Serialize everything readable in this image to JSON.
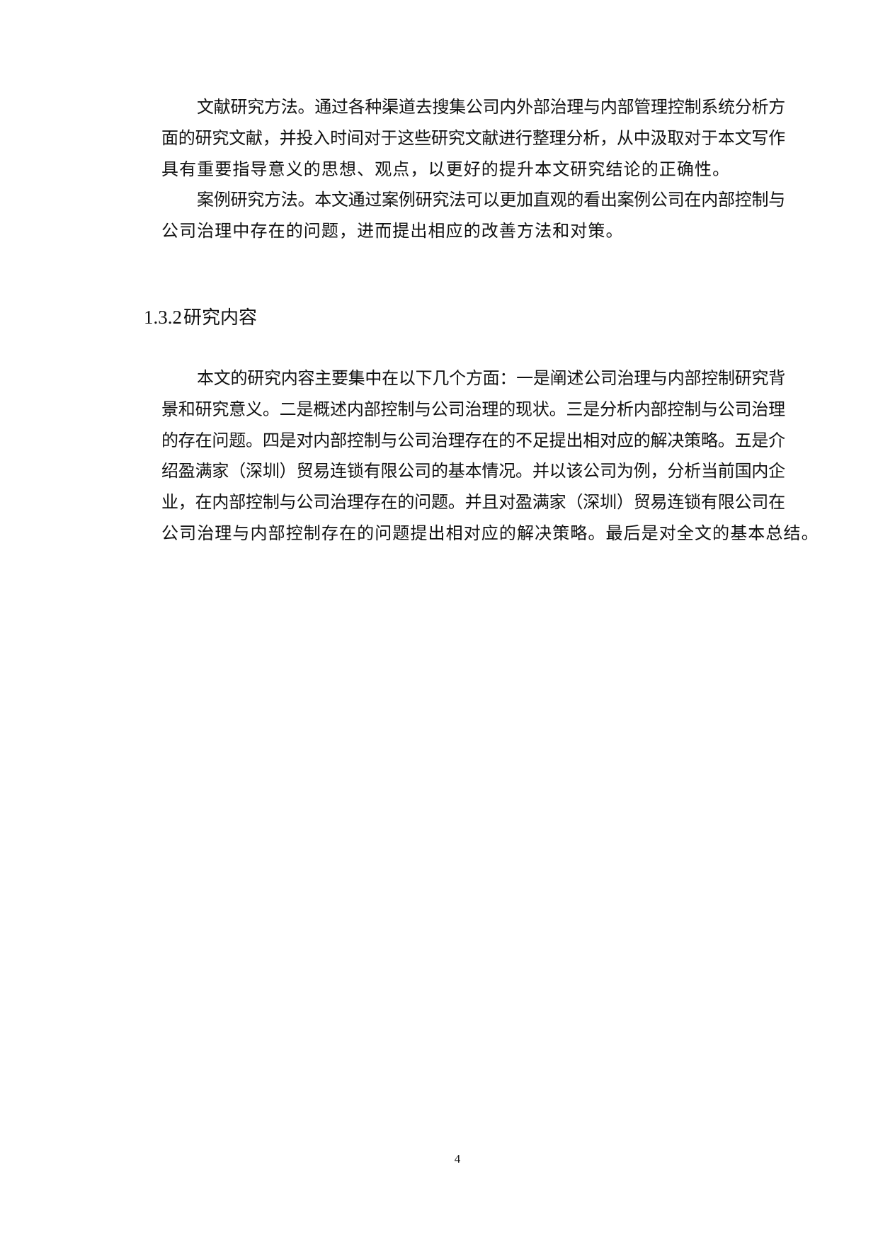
{
  "document": {
    "section1": {
      "paragraphs": [
        {
          "lines": [
            "文献研究方法。通过各种渠道去搜集公司内外部治理与内部管理控制系统分析方",
            "面的研究文献，并投入时间对于这些研究文献进行整理分析，从中汲取对于本文写作",
            "具有重要指导意义的思想、观点，以更好的提升本文研究结论的正确性。"
          ]
        },
        {
          "lines": [
            "案例研究方法。本文通过案例研究法可以更加直观的看出案例公司在内部控制与",
            "公司治理中存在的问题，进而提出相应的改善方法和对策。"
          ]
        }
      ]
    },
    "heading": {
      "number": "1.3.2",
      "title": "研究内容"
    },
    "section2": {
      "paragraphs": [
        {
          "lines": [
            "本文的研究内容主要集中在以下几个方面：一是阐述公司治理与内部控制研究背",
            "景和研究意义。二是概述内部控制与公司治理的现状。三是分析内部控制与公司治理",
            "的存在问题。四是对内部控制与公司治理存在的不足提出相对应的解决策略。五是介",
            "绍盈满家（深圳）贸易连锁有限公司的基本情况。并以该公司为例，分析当前国内企",
            "业，在内部控制与公司治理存在的问题。并且对盈满家（深圳）贸易连锁有限公司在",
            "公司治理与内部控制存在的问题提出相对应的解决策略。最后是对全文的基本总结。"
          ]
        }
      ]
    },
    "page_number": "4"
  }
}
